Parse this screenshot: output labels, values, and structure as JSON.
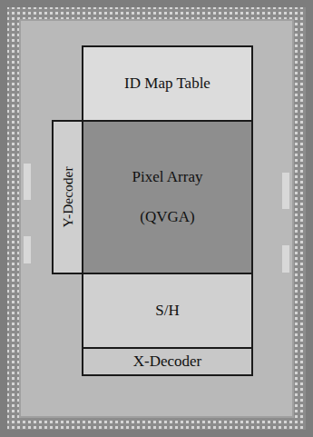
{
  "diagram": {
    "nodes": [
      {
        "text": [
          "ID Map Table"
        ]
      },
      {
        "text": [
          "Pixel Array",
          "(QVGA)"
        ]
      },
      {
        "text": [
          "Y-Decoder"
        ]
      },
      {
        "text": [
          "S/H"
        ]
      },
      {
        "text": [
          "X-Decoder"
        ]
      }
    ]
  }
}
